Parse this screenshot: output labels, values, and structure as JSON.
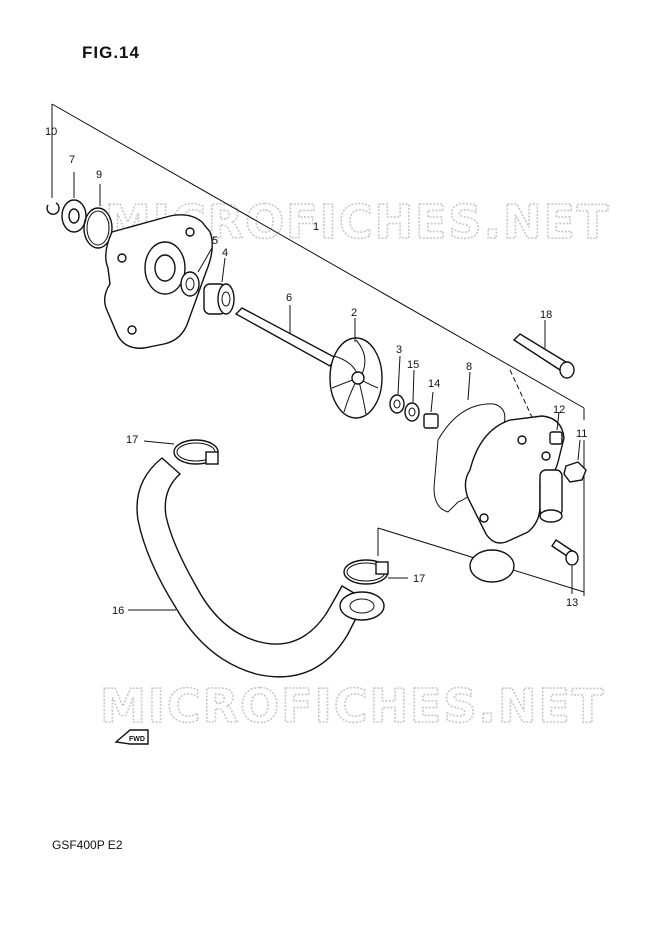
{
  "figure": {
    "title": "FIG.14",
    "model": "GSF400P  E2"
  },
  "watermark": {
    "top": "MICROFICHES.NET",
    "bottom": "MICROFICHES.NET"
  },
  "arrow_label": "FWD",
  "callouts": {
    "c1": "1",
    "c2": "2",
    "c3": "3",
    "c4": "4",
    "c5": "5",
    "c6": "6",
    "c7": "7",
    "c8": "8",
    "c9": "9",
    "c10": "10",
    "c11": "11",
    "c12": "12",
    "c13": "13",
    "c14": "14",
    "c15": "15",
    "c16": "16",
    "c17a": "17",
    "c17b": "17",
    "c18": "18"
  }
}
